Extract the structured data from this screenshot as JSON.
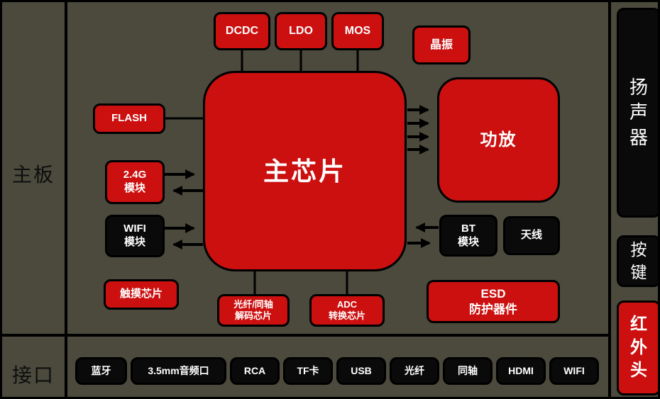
{
  "regions": {
    "mainboard_label": "主板",
    "interface_label": "接口"
  },
  "nodes": {
    "dcdc": {
      "label": "DCDC"
    },
    "ldo": {
      "label": "LDO"
    },
    "mos": {
      "label": "MOS"
    },
    "crystal": {
      "label": "晶振"
    },
    "main_chip": {
      "label": "主芯片"
    },
    "flash": {
      "label": "FLASH"
    },
    "module_24g": {
      "line1": "2.4G",
      "line2": "模块"
    },
    "wifi_module": {
      "line1": "WIFI",
      "line2": "模块"
    },
    "touch_chip": {
      "label": "触摸芯片"
    },
    "amplifier": {
      "label": "功放"
    },
    "bt_module": {
      "line1": "BT",
      "line2": "模块"
    },
    "antenna": {
      "label": "天线"
    },
    "optical_decoder": {
      "line1": "光纤/同轴",
      "line2": "解码芯片"
    },
    "adc": {
      "line1": "ADC",
      "line2": "转换芯片"
    },
    "esd": {
      "line1": "ESD",
      "line2": "防护器件"
    }
  },
  "ports": [
    "蓝牙",
    "3.5mm音频口",
    "RCA",
    "TF卡",
    "USB",
    "光纤",
    "同轴",
    "HDMI",
    "WIFI"
  ],
  "side": {
    "speaker": "扬声器",
    "buttons": "按键",
    "ir_head": "红外头"
  },
  "colors": {
    "red": "#cc0f0f",
    "black": "#0a0a0a",
    "background": "#4b4a3d"
  }
}
